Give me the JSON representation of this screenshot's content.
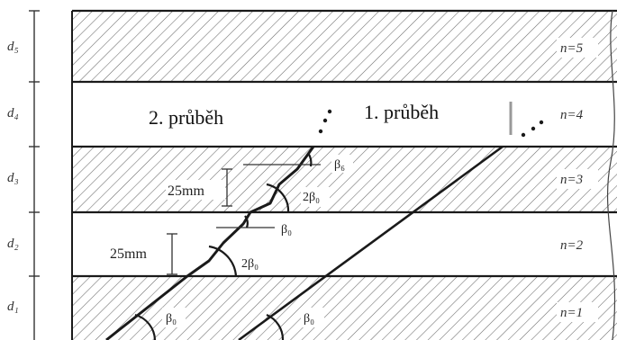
{
  "dimension_labels": [
    "d₅",
    "d₄",
    "d₃",
    "d₂",
    "d₁"
  ],
  "layer_labels": [
    "n=5",
    "n=4",
    "n=3",
    "n=2",
    "n=1"
  ],
  "path_labels": {
    "second": "2. průběh",
    "first": "1. průběh"
  },
  "measure_labels": {
    "upper": "25mm",
    "lower": "25mm"
  },
  "angle_labels": {
    "beta6": "β₆",
    "two_beta0_upper": "2β₀",
    "beta0_mid": "β₀",
    "two_beta0_lower": "2β₀",
    "beta0_left": "β₀",
    "beta0_right": "β₀"
  },
  "colors": {
    "line": "#1a1a1a",
    "hatch": "#555555",
    "text": "#222222"
  }
}
